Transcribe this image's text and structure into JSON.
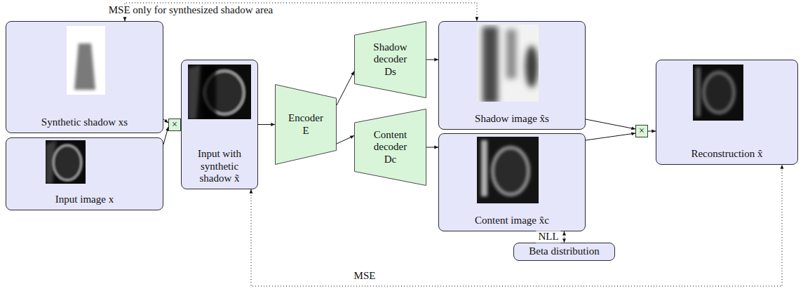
{
  "diagram": {
    "nodes": [
      {
        "text": [
          "Synthetic shadow xs"
        ]
      },
      {
        "text": [
          "Input image x"
        ]
      },
      {
        "text": [
          "×"
        ]
      },
      {
        "text": [
          "Input with synthetic shadow x̃"
        ]
      },
      {
        "text": [
          "Encoder E"
        ]
      },
      {
        "text": [
          "Shadow decoder Ds"
        ]
      },
      {
        "text": [
          "Content decoder Dc"
        ]
      },
      {
        "text": [
          "Shadow image x̂s"
        ]
      },
      {
        "text": [
          "Content image x̂c"
        ]
      },
      {
        "text": [
          "Beta distribution"
        ]
      },
      {
        "text": [
          "×"
        ]
      },
      {
        "text": [
          "Reconstruction x̂"
        ]
      }
    ],
    "edges": [
      {
        "from": 0,
        "to": 2,
        "arrow": "to"
      },
      {
        "from": 1,
        "to": 2,
        "arrow": "to"
      },
      {
        "from": 2,
        "to": 3,
        "arrow": "to"
      },
      {
        "from": 3,
        "to": 4,
        "arrow": "to"
      },
      {
        "from": 4,
        "to": 5,
        "arrow": "to"
      },
      {
        "from": 4,
        "to": 6,
        "arrow": "to"
      },
      {
        "from": 5,
        "to": 7,
        "arrow": "to"
      },
      {
        "from": 6,
        "to": 8,
        "arrow": "to"
      },
      {
        "from": 7,
        "to": 10,
        "arrow": "to"
      },
      {
        "from": 8,
        "to": 10,
        "arrow": "to"
      },
      {
        "from": 10,
        "to": 11,
        "arrow": "to"
      },
      {
        "from": 0,
        "to": 7,
        "label": "MSE only for synthesized shadow area",
        "arrow": "both"
      },
      {
        "from": 8,
        "to": 9,
        "label": "NLL",
        "arrow": "both"
      },
      {
        "from": 3,
        "to": 11,
        "label": "MSE",
        "arrow": "both"
      }
    ]
  }
}
